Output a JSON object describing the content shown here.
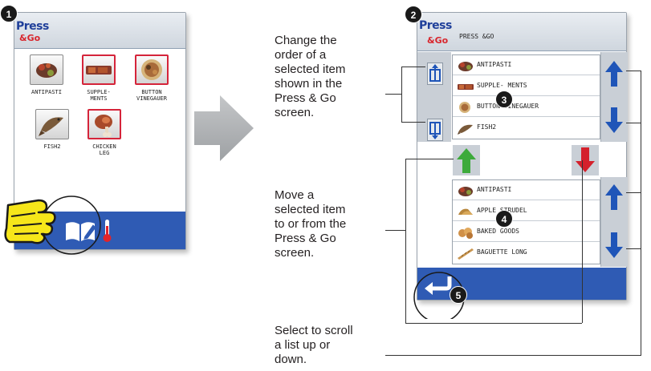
{
  "badges": [
    "1",
    "2",
    "3",
    "4",
    "5"
  ],
  "screen1": {
    "logo_press": "Press",
    "logo_go": "&Go",
    "items": [
      {
        "label": "ANTIPASTI",
        "icon": "antipasti-icon",
        "selected": false
      },
      {
        "label": "SUPPLE-\nMENTS",
        "icon": "supplements-icon",
        "selected": true
      },
      {
        "label": "BUTTON\nVINEGAUER",
        "icon": "button-vinegauer-icon",
        "selected": true
      },
      {
        "label": "FISH2",
        "icon": "fish-icon",
        "selected": false
      },
      {
        "label": "CHICKEN\nLEG",
        "icon": "chicken-leg-icon",
        "selected": true
      }
    ],
    "bottom_icons": [
      "press-and-go-edit-icon",
      "thermometer-icon"
    ],
    "pointer_icon": "pointing-hand-icon"
  },
  "screen2": {
    "logo_press": "Press",
    "logo_go": "&Go",
    "title": "PRESS &GO",
    "top_list": [
      {
        "label": "ANTIPASTI",
        "icon": "antipasti-icon"
      },
      {
        "label": "SUPPLE- MENTS",
        "icon": "supplements-icon"
      },
      {
        "label": "BUTTON VINEGAUER",
        "icon": "button-vinegauer-icon"
      },
      {
        "label": "FISH2",
        "icon": "fish-icon"
      }
    ],
    "bottom_list": [
      {
        "label": "ANTIPASTI",
        "icon": "antipasti-icon"
      },
      {
        "label": "APPLE STRUDEL",
        "icon": "apple-strudel-icon"
      },
      {
        "label": "BAKED GOODS",
        "icon": "baked-goods-icon"
      },
      {
        "label": "BAGUETTE LONG",
        "icon": "baguette-icon"
      }
    ],
    "move_up_icon": "move-up-icon",
    "move_down_icon": "move-down-icon",
    "order_icons": [
      "reorder-up-icon",
      "reorder-down-icon"
    ],
    "back_icon": "back-arrow-icon"
  },
  "annotations": {
    "order": "Change the\norder of a\nselected item\nshown in the\nPress & Go\nscreen.",
    "move": "Move a\nselected item\nto or from the\nPress & Go\nscreen.",
    "scroll": "Select to scroll\na list up or\ndown."
  },
  "colors": {
    "accent_blue": "#2f5bb4",
    "arrow_blue": "#1f55b8",
    "move_green": "#3daa3b",
    "move_red": "#d4212c",
    "selection_red": "#d5243a",
    "pointer_yellow": "#f6e61a"
  }
}
